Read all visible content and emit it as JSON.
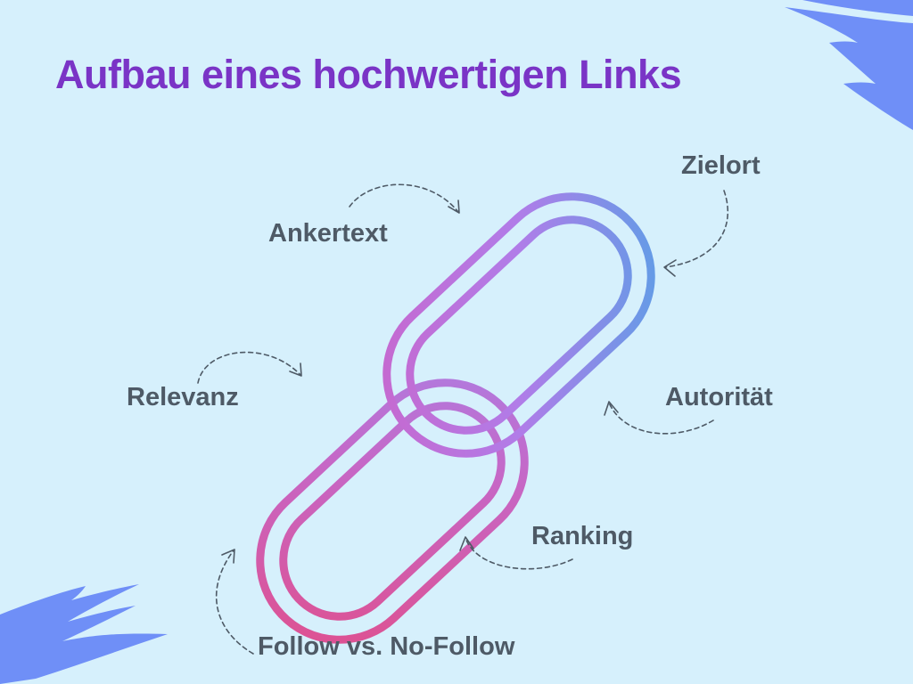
{
  "title": "Aufbau eines hochwertigen Links",
  "labels": {
    "zielort": "Zielort",
    "ankertext": "Ankertext",
    "relevanz": "Relevanz",
    "autoritaet": "Autorität",
    "ranking": "Ranking",
    "follow": "Follow vs. No-Follow"
  },
  "colors": {
    "background": "#d6f0fc",
    "title": "#7a34c6",
    "label": "#4e5a66",
    "chain_start": "#e0508e",
    "chain_mid": "#b57be8",
    "chain_end": "#4aa6e6",
    "brush": "#6f8ff7"
  },
  "icons": [
    "chain-link-icon",
    "brush-stroke-decoration",
    "dashed-arrow-icon"
  ]
}
